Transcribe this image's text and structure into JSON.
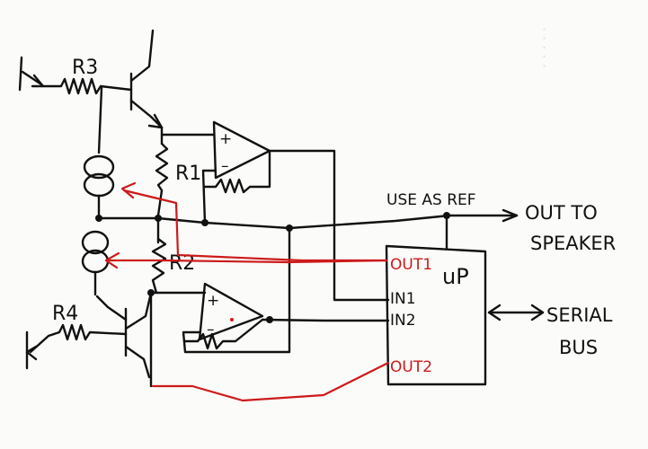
{
  "labels": {
    "r3": "R3",
    "r1": "R1",
    "r2": "R2",
    "r4": "R4",
    "use_as_ref": "USE AS REF",
    "out_to": "OUT TO",
    "speaker": "SPEAKER",
    "up": "uP",
    "out1": "OUT1",
    "in1": "IN1",
    "in2": "IN2",
    "out2": "OUT2",
    "serial": "SERIAL",
    "bus": "BUS"
  },
  "colors": {
    "ink": "#111111",
    "red": "#cc1a1a",
    "paper": "#fbfbf9"
  }
}
